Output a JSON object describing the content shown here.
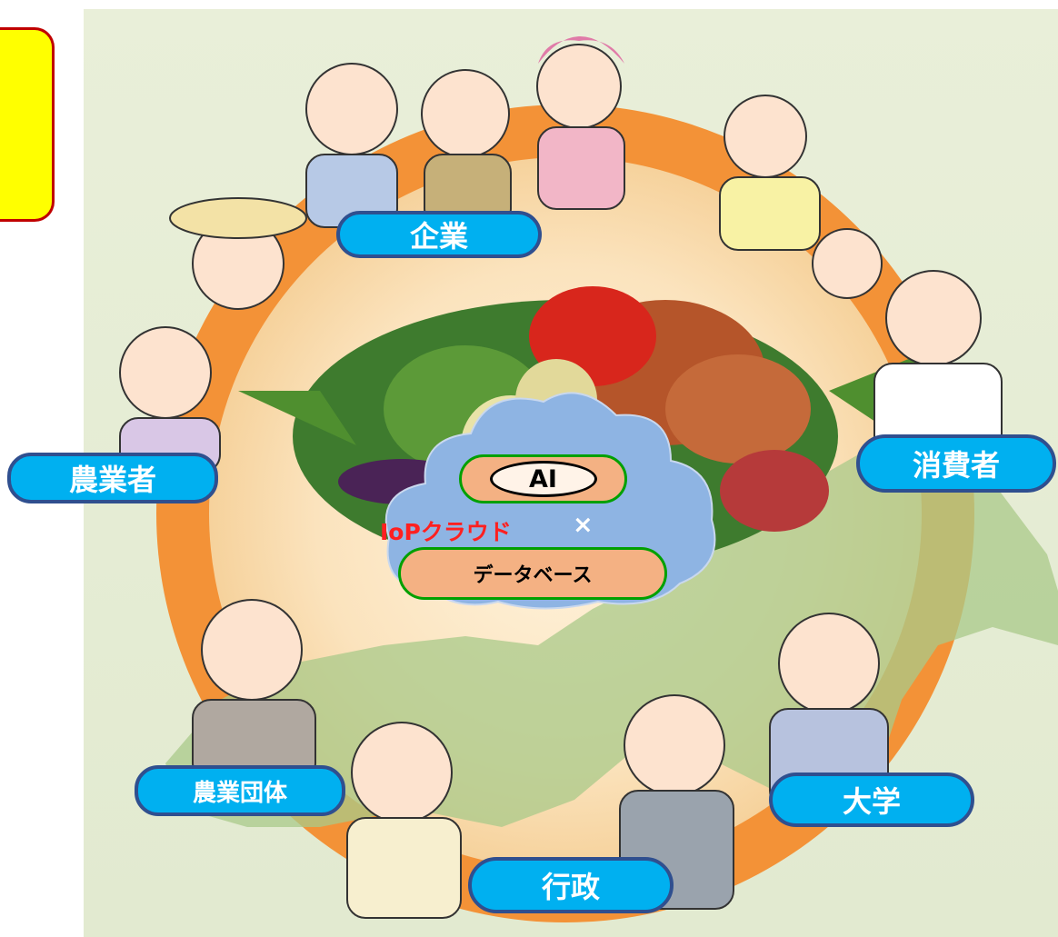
{
  "stakeholders": {
    "company": "企業",
    "farmers": "農業者",
    "consumers": "消費者",
    "farm_groups": "農業団体",
    "university": "大学",
    "government": "行政"
  },
  "cloud": {
    "ai_label": "AI",
    "iop_label": "IoPクラウド",
    "times_symbol": "×",
    "database_label": "データベース"
  },
  "colors": {
    "pill_fill": "#00b0f0",
    "pill_border": "#2f4f8f",
    "ring": "#f39237",
    "cloud_fill": "#8eb4e3",
    "box_fill": "#f4b183",
    "box_border": "#00a000",
    "iop_text": "#ff2020",
    "sticky_note": "#ffff00"
  }
}
